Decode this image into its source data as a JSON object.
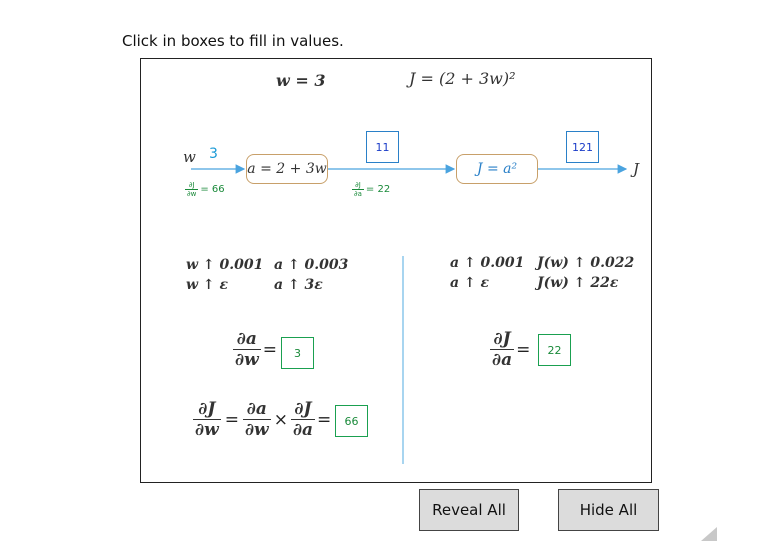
{
  "instruction": "Click in boxes to fill in values.",
  "top": {
    "w_eq": "w = 3",
    "J_eq": "J = (2 + 3w)²"
  },
  "graph": {
    "w_label": "w",
    "w_value": "3",
    "node_a": "a = 2 + 3w",
    "node_J": "J = a²",
    "J_label": "J",
    "box_a_value": "11",
    "box_J_value": "121",
    "deriv_w_value": "= 66",
    "deriv_a_value": "= 22"
  },
  "left_section": {
    "w_step": "w ↑ 0.001",
    "a_step": "a ↑ 0.003",
    "w_eps": "w ↑ ε",
    "a_eps": "a ↑ 3ε",
    "da_dw_box": "3",
    "chain_box": "66"
  },
  "right_section": {
    "a_step": "a ↑ 0.001",
    "J_step": "J(w) ↑ 0.022",
    "a_eps": "a ↑ ε",
    "J_eps": "J(w) ↑ 22ε",
    "dJ_da_box": "22"
  },
  "math": {
    "d": "∂",
    "a": "a",
    "w": "w",
    "J": "J",
    "eq": "=",
    "times": "×"
  },
  "buttons": {
    "reveal": "Reveal All",
    "hide": "Hide All"
  },
  "colors": {
    "arrow": "#4aa3df",
    "green": "#1a8a3a",
    "blue_box": "#2a80c8",
    "node_border": "#c8a06a"
  }
}
